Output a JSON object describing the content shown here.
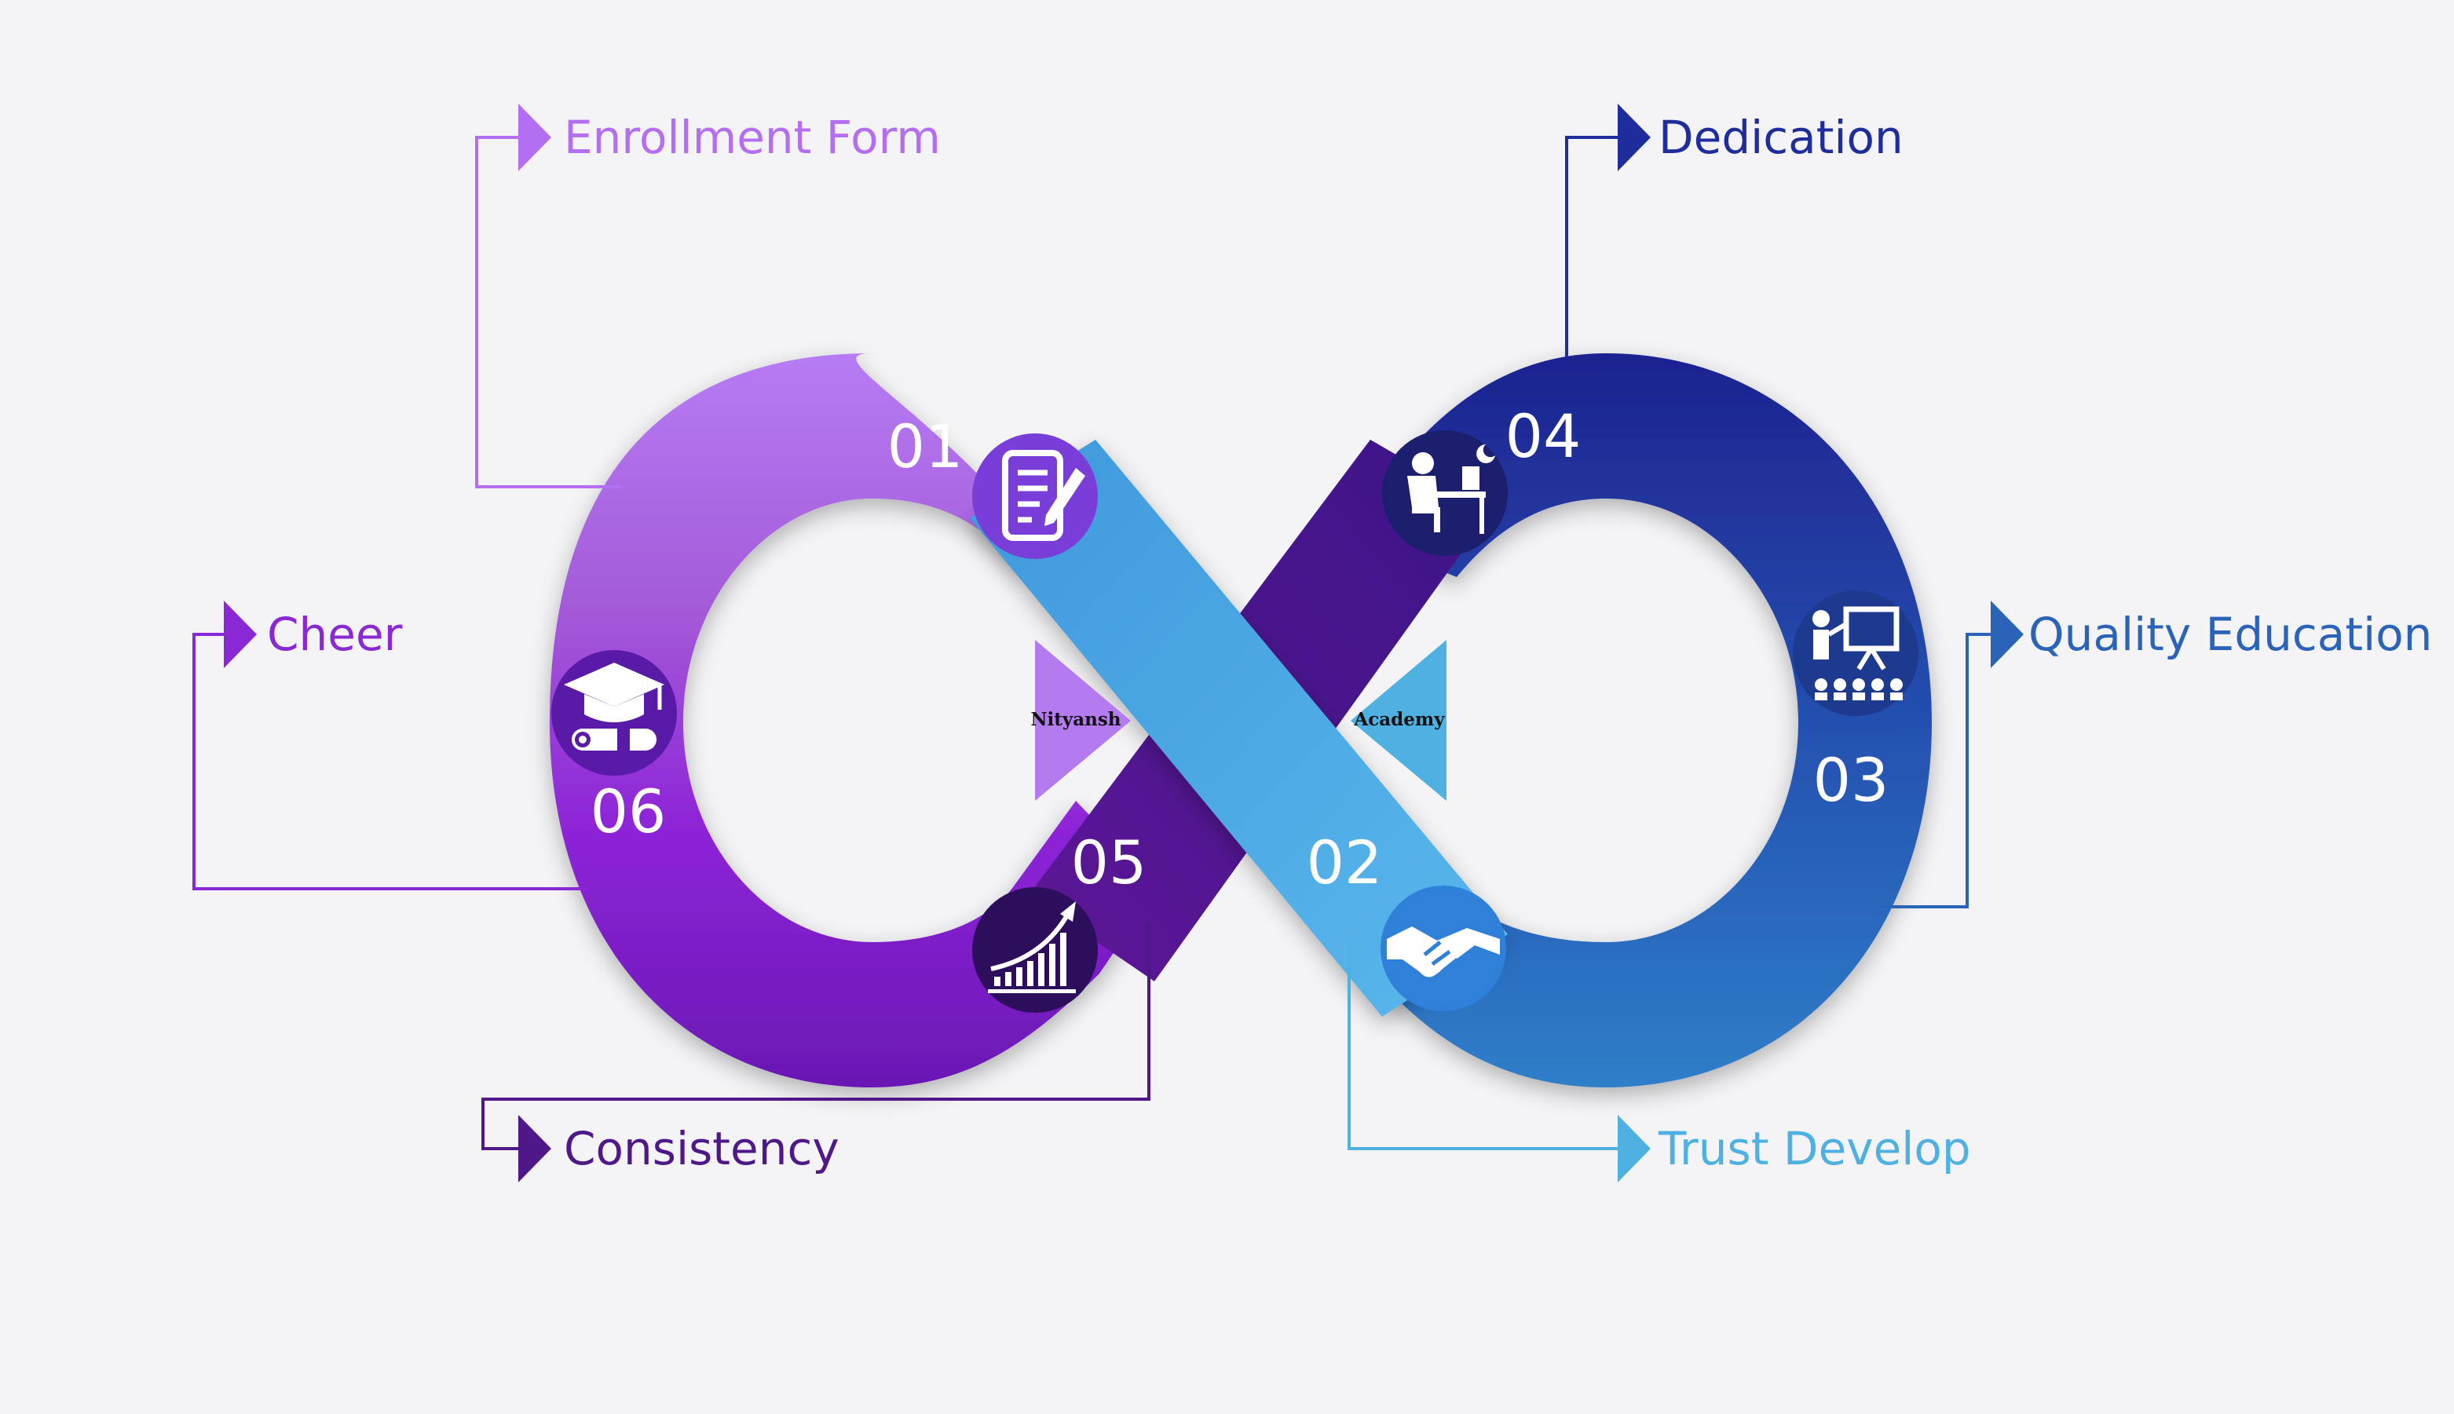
{
  "center": {
    "left_text": "Nityansh",
    "right_text": "Academy"
  },
  "steps": [
    {
      "number": "01",
      "label": "Enrollment Form",
      "icon": "document-pen-icon",
      "color": "#b36ef2"
    },
    {
      "number": "02",
      "label": "Trust Develop",
      "icon": "handshake-icon",
      "color": "#4fb0e2"
    },
    {
      "number": "03",
      "label": "Quality Education",
      "icon": "teacher-presentation-icon",
      "color": "#2a63b8"
    },
    {
      "number": "04",
      "label": "Dedication",
      "icon": "person-at-desk-icon",
      "color": "#1f2d9c"
    },
    {
      "number": "05",
      "label": "Consistency",
      "icon": "growth-chart-icon",
      "color": "#4f1888"
    },
    {
      "number": "06",
      "label": "Cheer",
      "icon": "graduation-cap-diploma-icon",
      "color": "#8b28d6"
    }
  ]
}
